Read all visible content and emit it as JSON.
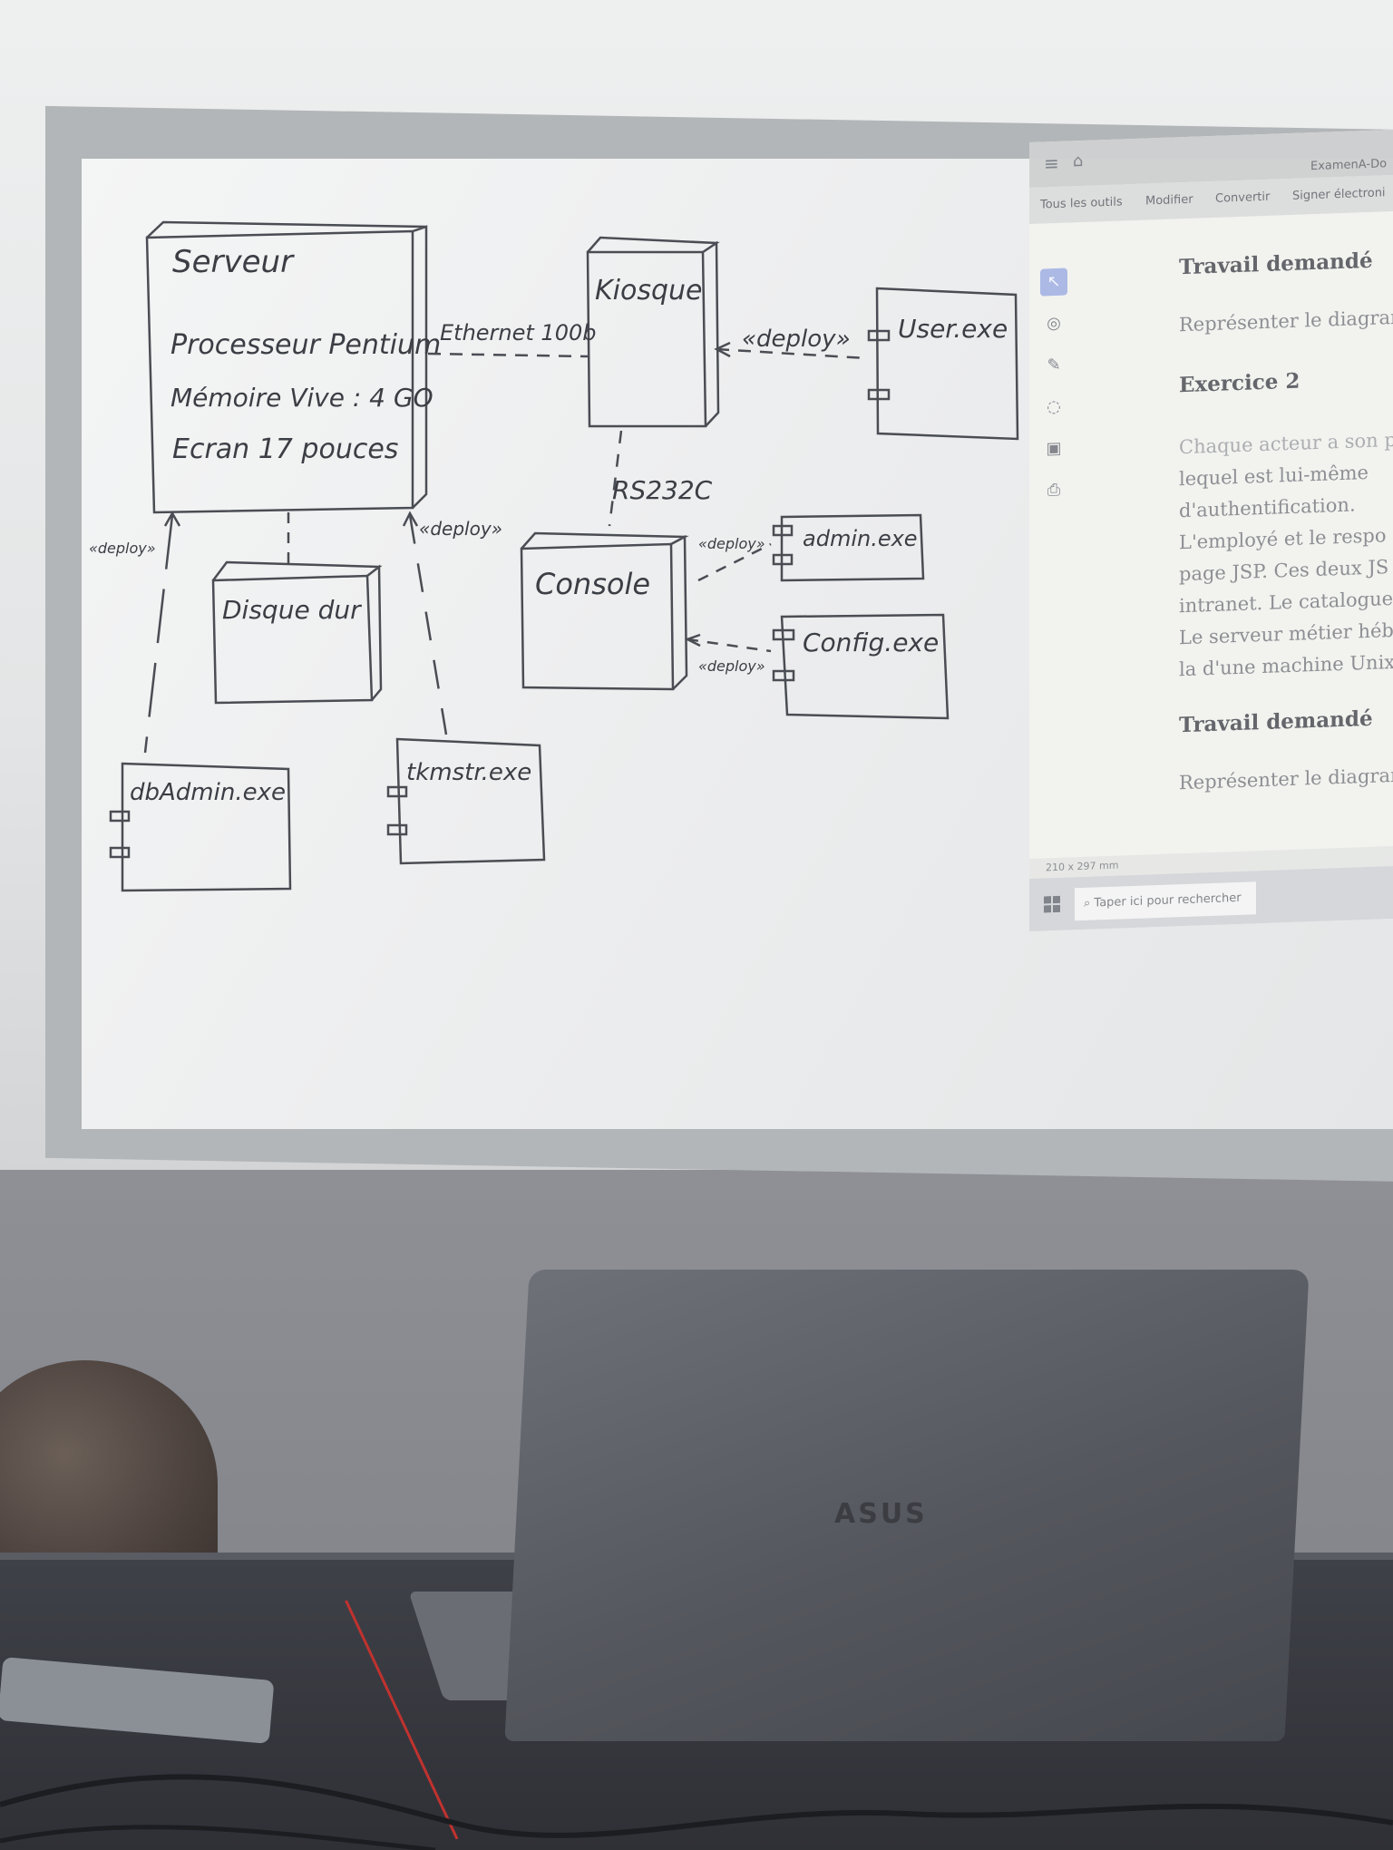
{
  "whiteboard": {
    "nodes": {
      "serveur": {
        "title": "Serveur",
        "lines": [
          "Processeur Pentium",
          "Mémoire Vive : 4 GO",
          "Ecran 17 pouces"
        ]
      },
      "kiosque": {
        "title": "Kiosque"
      },
      "console": {
        "title": "Console"
      },
      "disque_dur": {
        "title": "Disque dur"
      }
    },
    "components": {
      "user_exe": "User.exe",
      "admin_exe": "admin.exe",
      "config_exe": "Config.exe",
      "dbadmin_exe": "dbAdmin.exe",
      "tkmstr_exe": "tkmstr.exe"
    },
    "links": {
      "ethernet": "Ethernet 100b",
      "rs232c": "RS232C",
      "deploy_user": "«deploy»",
      "deploy_admin": "«deploy»",
      "deploy_config": "«deploy»",
      "deploy_dbadmin": "«deploy»",
      "deploy_tkmstr": "«deploy»"
    }
  },
  "projection": {
    "window_title": "ExamenA-Do",
    "toolbar": [
      "Tous les outils",
      "Modifier",
      "Convertir",
      "Signer électroni"
    ],
    "document": {
      "heading1": "Travail demandé",
      "para1": "Représenter le diagram",
      "heading2": "Exercice 2",
      "lines": [
        "Chaque acteur a son p",
        "lequel est lui-même",
        "d'authentification.",
        "L'employé et le respo",
        "page JSP. Ces deux JS",
        "intranet. Le catalogue",
        "Le serveur métier héb",
        "la d'une machine Unix"
      ],
      "heading3": "Travail demandé",
      "para3": "Représenter le diagram"
    },
    "page_size": "210 x 297 mm",
    "taskbar_search_placeholder": "Taper ici pour rechercher"
  },
  "laptop": {
    "brand": "ASUS"
  }
}
